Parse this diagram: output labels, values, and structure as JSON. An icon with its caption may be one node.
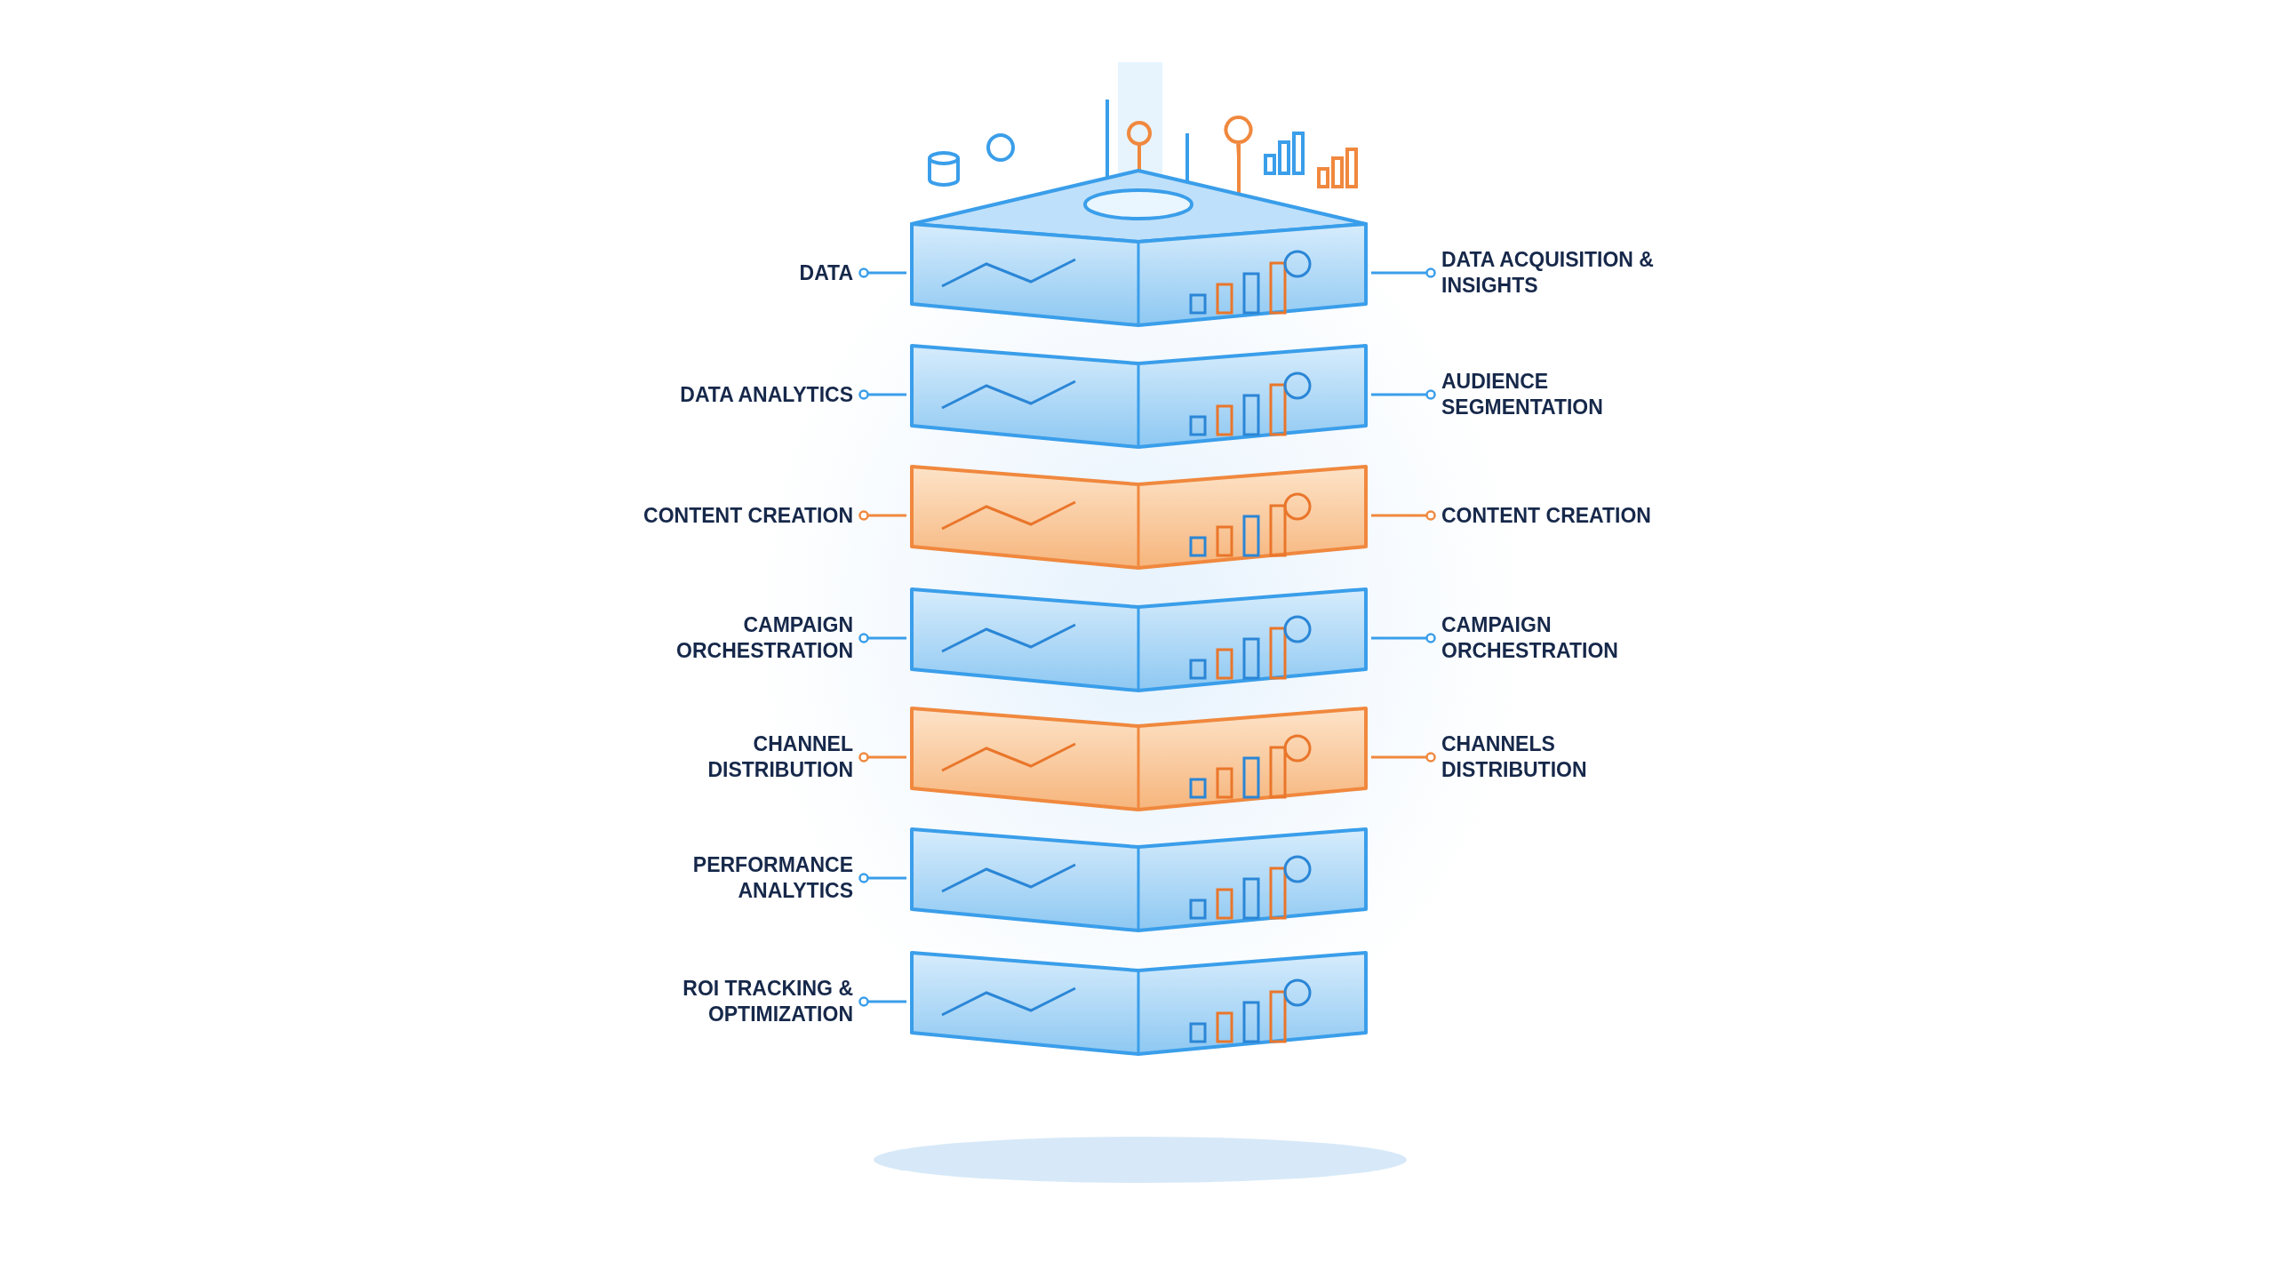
{
  "diagram": {
    "nodes": [
      {
        "text": [],
        "shape": "box"
      },
      {
        "text": [],
        "shape": "box"
      },
      {
        "text": [],
        "shape": "box"
      },
      {
        "text": [],
        "shape": "box"
      },
      {
        "text": [],
        "shape": "box"
      },
      {
        "text": [],
        "shape": "box"
      },
      {
        "text": [],
        "shape": "box"
      },
      {
        "text": [
          "DATA"
        ]
      },
      {
        "text": [
          "DATA ANALYTICS"
        ]
      },
      {
        "text": [
          "CONTENT CREATION"
        ]
      },
      {
        "text": [
          "CAMPAIGN ORCHESTRATION"
        ]
      },
      {
        "text": [
          "CHANNEL DISTRIBUTION"
        ]
      },
      {
        "text": [
          "PERFORMANCE ANALYTICS"
        ]
      },
      {
        "text": [
          "ROI TRACKING & OPTIMIZATION"
        ]
      },
      {
        "text": [
          "DATA ACQUISITION & INSIGHTS"
        ]
      },
      {
        "text": [
          "AUDIENCE SEGMENTATION"
        ]
      },
      {
        "text": [
          "CONTENT CREATION"
        ]
      },
      {
        "text": [
          "CAMPAIGN ORCHESTRATION"
        ]
      },
      {
        "text": [
          "CHANNELS DISTRIBUTION"
        ]
      }
    ],
    "edges": [
      {
        "from": 7,
        "to": 0,
        "arrow": "other"
      },
      {
        "from": 8,
        "to": 1,
        "arrow": "other"
      },
      {
        "from": 9,
        "to": 2,
        "arrow": "other",
        "color": "#f0883e"
      },
      {
        "from": 10,
        "to": 3,
        "arrow": "other"
      },
      {
        "from": 11,
        "to": 4,
        "arrow": "other",
        "color": "#f0883e"
      },
      {
        "from": 12,
        "to": 5,
        "arrow": "other"
      },
      {
        "from": 13,
        "to": 6,
        "arrow": "other"
      },
      {
        "from": 14,
        "to": 0,
        "arrow": "other"
      },
      {
        "from": 15,
        "to": 1,
        "arrow": "other"
      },
      {
        "from": 16,
        "to": 2,
        "arrow": "other",
        "color": "#f0883e"
      },
      {
        "from": 17,
        "to": 3,
        "arrow": "other"
      },
      {
        "from": 18,
        "to": 4,
        "arrow": "other",
        "color": "#f0883e"
      }
    ]
  }
}
